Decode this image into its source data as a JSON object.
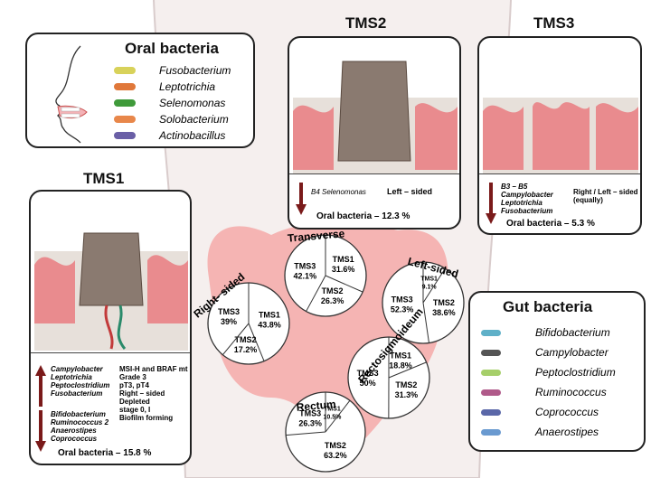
{
  "oral": {
    "title": "Oral bacteria",
    "species": [
      "Fusobacterium",
      "Leptotrichia",
      "Selenomonas",
      "Solobacterium",
      "Actinobacillus"
    ],
    "colors": [
      "#d8d25a",
      "#e0783a",
      "#3f9a3a",
      "#e8874a",
      "#6a5fa6"
    ]
  },
  "gut": {
    "title": "Gut bacteria",
    "species": [
      "Bifidobacterium",
      "Campylobacter",
      "Peptoclostridium",
      "Ruminococcus",
      "Coprococcus",
      "Anaerostipes"
    ],
    "colors": [
      "#5fb0c8",
      "#555",
      "#a6cf6a",
      "#b05a8a",
      "#5a67a8",
      "#6a9ad0"
    ]
  },
  "tms1": {
    "title": "TMS1",
    "up_bacteria": [
      "Campylobacter",
      "Leptotrichia",
      "Peptoclostridium",
      "Fusobacterium"
    ],
    "down_bacteria": [
      "Bifidobacterium",
      "Ruminococcus 2",
      "Anaerostipes",
      "Coprococcus"
    ],
    "features": [
      "MSI-H and BRAF mt",
      "Grade 3",
      "pT3, pT4",
      "Right – sided",
      "Depleted",
      "stage 0, I",
      "Biofilm forming"
    ],
    "oral_pct": "Oral bacteria – 15.8 %"
  },
  "tms2": {
    "title": "TMS2",
    "down_bacteria": "B4 Selenomonas",
    "side": "Left – sided",
    "oral_pct": "Oral bacteria – 12.3 %"
  },
  "tms3": {
    "title": "TMS3",
    "down_bacteria": [
      "B3 – B5",
      "Campylobacter",
      "Leptotrichia",
      "Fusobacterium"
    ],
    "side": [
      "Right / Left – sided",
      "(equally)"
    ],
    "oral_pct": "Oral bacteria – 5.3 %"
  },
  "segments": [
    {
      "name": "Transverse",
      "slices": [
        {
          "label": "TMS3",
          "pct": "42.1%",
          "v": 42.1
        },
        {
          "label": "TMS1",
          "pct": "31.6%",
          "v": 31.6
        },
        {
          "label": "TMS2",
          "pct": "26.3%",
          "v": 26.3
        }
      ]
    },
    {
      "name": "Right- sided",
      "slices": [
        {
          "label": "TMS3",
          "pct": "39%",
          "v": 39
        },
        {
          "label": "TMS1",
          "pct": "43.8%",
          "v": 43.8
        },
        {
          "label": "TMS2",
          "pct": "17.2%",
          "v": 17.2
        }
      ]
    },
    {
      "name": "Left-sided",
      "slices": [
        {
          "label": "TMS3",
          "pct": "52.3%",
          "v": 52.3
        },
        {
          "label": "TMS1",
          "pct": "9.1%",
          "v": 9.1
        },
        {
          "label": "TMS2",
          "pct": "38.6%",
          "v": 38.6
        }
      ]
    },
    {
      "name": "Rectosigmoideum",
      "slices": [
        {
          "label": "TMS3",
          "pct": "50%",
          "v": 50
        },
        {
          "label": "TMS1",
          "pct": "18.8%",
          "v": 18.8
        },
        {
          "label": "TMS2",
          "pct": "31.3%",
          "v": 31.3
        }
      ]
    },
    {
      "name": "Rectum",
      "slices": [
        {
          "label": "TMS3",
          "pct": "26.3%",
          "v": 26.3
        },
        {
          "label": "TMS1",
          "pct": "10.5%",
          "v": 10.5
        },
        {
          "label": "TMS2",
          "pct": "63.2%",
          "v": 63.2
        }
      ]
    }
  ]
}
